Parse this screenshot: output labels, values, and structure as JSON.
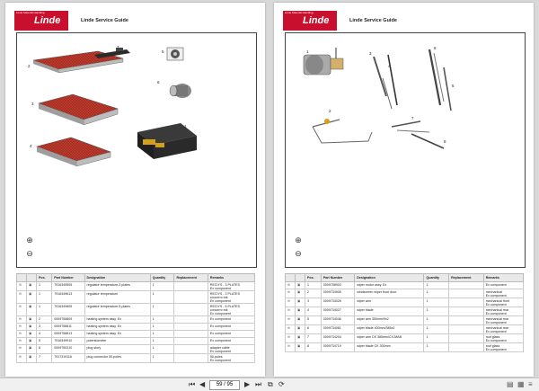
{
  "left_page": {
    "logo_small": "Linde Material Handling",
    "logo_brand": "Linde",
    "guide_title": "Linde Service Guide",
    "labels": [
      "1",
      "2",
      "3",
      "4",
      "5",
      "6",
      "7"
    ],
    "headers": [
      "",
      "",
      "Pos.",
      "Part Number",
      "Designation",
      "Quantity",
      "Replacement",
      "Remarks"
    ],
    "rows": [
      {
        "pos": "1",
        "part": "7916349505",
        "desig": "regulator temperature-3 plates",
        "qty": "1",
        "repl": "",
        "rem": "RECIYS - 3 PLATES\nEx component"
      },
      {
        "pos": "1",
        "part": "7916349613",
        "desig": "regulator temperature",
        "qty": "1",
        "repl": "",
        "rem": "RECIYS - 3 PLATES\nconcern=mk\nEx component"
      },
      {
        "pos": "1",
        "part": "7916349805",
        "desig": "regulator temperature-5-plates",
        "qty": "1",
        "repl": "",
        "rem": "RECIYS - 5 PLATES\nconcern=mk\nEx component"
      },
      {
        "pos": "2",
        "part": "0009758809",
        "desig": "heating system assy. Ex",
        "qty": "1",
        "repl": "",
        "rem": "Ex component"
      },
      {
        "pos": "3",
        "part": "0009758811",
        "desig": "heating system assy. Ex",
        "qty": "1",
        "repl": "",
        "rem": "Ex component"
      },
      {
        "pos": "4",
        "part": "0009758813",
        "desig": "heating system assy. Ex",
        "qty": "1",
        "repl": "",
        "rem": "Ex component"
      },
      {
        "pos": "5",
        "part": "7916349910",
        "desig": "potentiometer",
        "qty": "1",
        "repl": "",
        "rem": "Ex component"
      },
      {
        "pos": "6",
        "part": "0009750210",
        "desig": "plug story",
        "qty": "1",
        "repl": "",
        "rem": "adapter cable\nEx component"
      },
      {
        "pos": "7",
        "part": "7917319116",
        "desig": "plug connector 50-poles",
        "qty": "1",
        "repl": "",
        "rem": "50-poles\nEx component"
      }
    ]
  },
  "right_page": {
    "logo_small": "Linde Material Handling",
    "logo_brand": "Linde",
    "guide_title": "Linde Service Guide",
    "labels": [
      "1",
      "2",
      "3",
      "4",
      "5",
      "6",
      "7",
      "8"
    ],
    "headers": [
      "",
      "",
      "Pos.",
      "Part Number",
      "Designation",
      "Quantity",
      "Replacement",
      "Remarks"
    ],
    "rows": [
      {
        "pos": "1",
        "part": "0009758903",
        "desig": "wiper motor assy. Ex",
        "qty": "1",
        "repl": "",
        "rem": "Ex component"
      },
      {
        "pos": "2",
        "part": "0009734905",
        "desig": "windscreen wiper front door",
        "qty": "1",
        "repl": "",
        "rem": "mechanical\nEx component"
      },
      {
        "pos": "3",
        "part": "0009734026",
        "desig": "wiper arm",
        "qty": "1",
        "repl": "",
        "rem": "mechanical front\nEx component"
      },
      {
        "pos": "4",
        "part": "0009734027",
        "desig": "wiper blade",
        "qty": "1",
        "repl": "",
        "rem": "mechanical rear\nEx component"
      },
      {
        "pos": "5",
        "part": "0009734046",
        "desig": "wiper arm 350mm/9x2",
        "qty": "1",
        "repl": "",
        "rem": "mechanical rear\nEx component"
      },
      {
        "pos": "6",
        "part": "0009734061",
        "desig": "wiper blade 400mm/385x2",
        "qty": "1",
        "repl": "",
        "rem": "mechanical rear\nEx component"
      },
      {
        "pos": "7",
        "part": "0009734204",
        "desig": "wiper arm CK 385mm/CX-MAB",
        "qty": "1",
        "repl": "",
        "rem": "roof glass\nEx component"
      },
      {
        "pos": "8",
        "part": "0009734719",
        "desig": "wiper blade CK 300mm",
        "qty": "1",
        "repl": "",
        "rem": "roof glass\nEx component"
      }
    ]
  },
  "viewer": {
    "page_indicator": "59 / 95",
    "icons": [
      "first-page-icon",
      "prev-page-icon",
      "next-page-icon",
      "last-page-icon"
    ],
    "accent": "#c8102e"
  }
}
